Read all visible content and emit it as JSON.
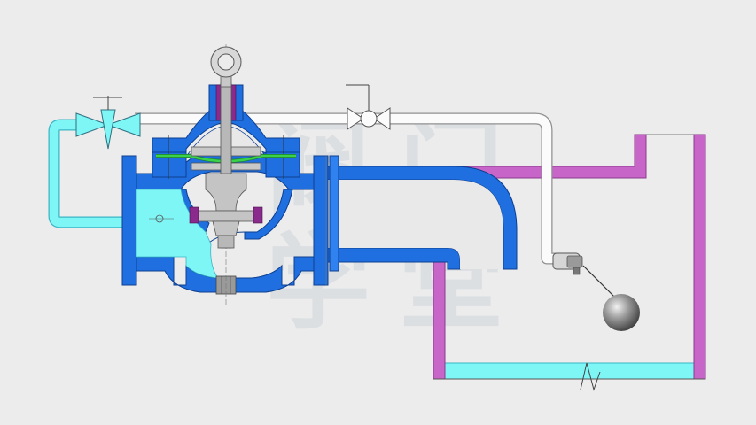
{
  "watermark": {
    "chars": [
      "阀",
      "门",
      "学",
      "堂"
    ]
  },
  "colors": {
    "background": "#ececec",
    "valve_body": "#1f6fe0",
    "valve_body_light": "#2f82f0",
    "water": "#7ff6f6",
    "water_stroke": "#3ab6c6",
    "tank_wall": "#c765c8",
    "tank_stroke": "#8a3b8c",
    "pipe_white": "#fbfbfb",
    "pipe_outline": "#8f8f8f",
    "diaphragm": "#39d24a",
    "stem": "#b8b8b8",
    "seal": "#8a2a8c",
    "float_ball": "#7d7d7d"
  },
  "icons": {
    "ring": "lifting-eye-icon",
    "needle_valve": "needle-valve-icon",
    "ball_valve": "ball-valve-icon",
    "float_ball": "float-ball-icon",
    "level_mark": "water-level-icon"
  }
}
